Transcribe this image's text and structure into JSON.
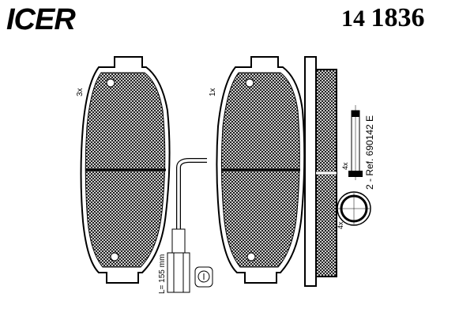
{
  "brand": "ICER",
  "part_number_prefix": "14",
  "part_number": "1836",
  "labels": {
    "pad_left_qty": "3x",
    "pad_right_qty": "1x",
    "pin_qty": "4x",
    "ring_qty": "4x",
    "accessory_ref": "2 - Ref. 690142 E",
    "wire_length": "L= 155 mm"
  }
}
